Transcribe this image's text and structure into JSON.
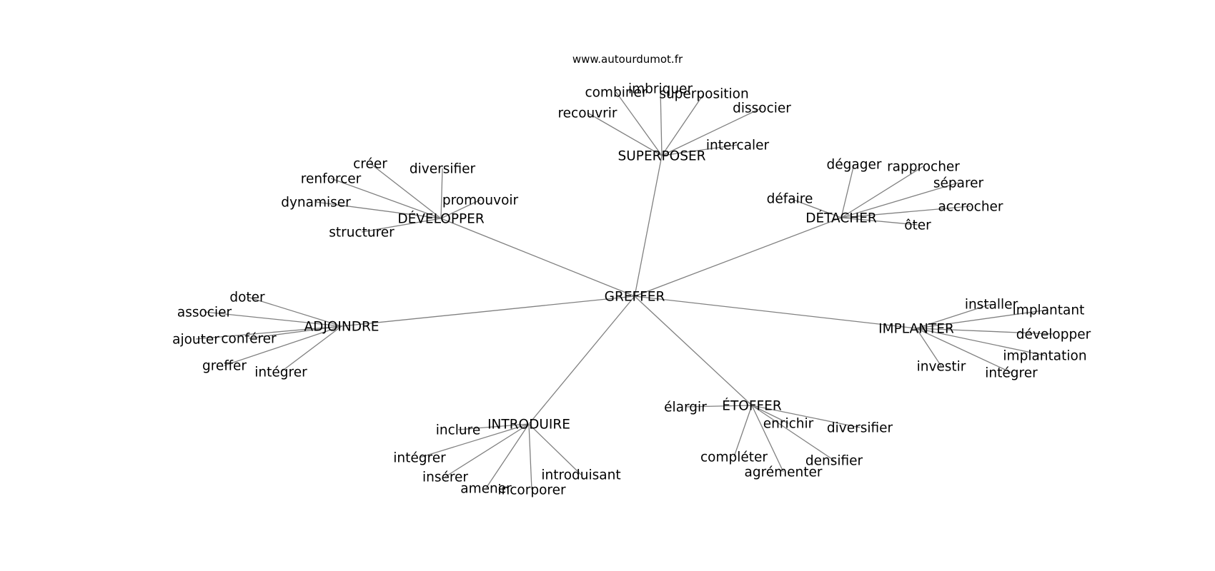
{
  "site": "www.autourdumot.fr",
  "root": "GREFFER",
  "groups": [
    {
      "label": "SUPERPOSER",
      "words": [
        "combiner",
        "imbriquer",
        "superposition",
        "dissocier",
        "recouvrir",
        "intercaler"
      ]
    },
    {
      "label": "DÉVELOPPER",
      "words": [
        "créer",
        "diversifier",
        "renforcer",
        "dynamiser",
        "promouvoir",
        "structurer"
      ]
    },
    {
      "label": "DÉTACHER",
      "words": [
        "dégager",
        "rapprocher",
        "séparer",
        "défaire",
        "accrocher",
        "ôter"
      ]
    },
    {
      "label": "ADJOINDRE",
      "words": [
        "doter",
        "associer",
        "ajouter",
        "conférer",
        "greffer",
        "intégrer"
      ]
    },
    {
      "label": "IMPLANTER",
      "words": [
        "installer",
        "implantant",
        "développer",
        "implantation",
        "investir",
        "intégrer"
      ]
    },
    {
      "label": "INTRODUIRE",
      "words": [
        "inclure",
        "intégrer",
        "insérer",
        "amener",
        "incorporer",
        "introduisant"
      ]
    },
    {
      "label": "ÉTOFFER",
      "words": [
        "élargir",
        "enrichir",
        "diversifier",
        "compléter",
        "agrémenter",
        "densifier"
      ]
    }
  ],
  "colors": {
    "edge": "#808080",
    "text": "#000000",
    "background": "#ffffff"
  }
}
